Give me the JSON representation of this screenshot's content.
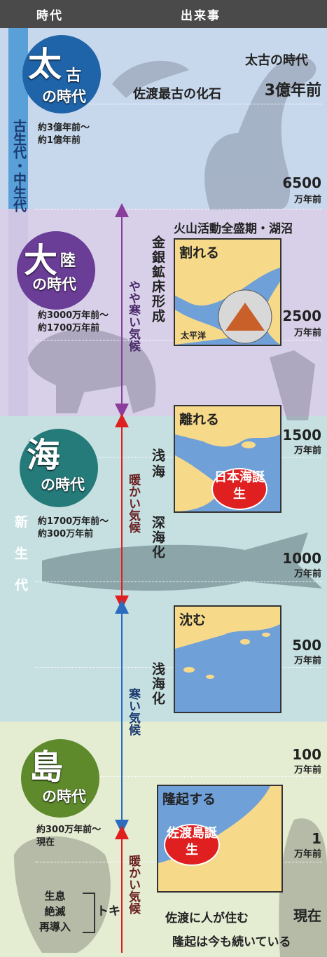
{
  "header": {
    "left": "時代",
    "right": "出来事"
  },
  "eras": [
    {
      "big": "太",
      "small": "古",
      "sub": "の時代",
      "range1": "約3億年前～",
      "range2": "約1億年前"
    },
    {
      "big": "大",
      "small": "陸",
      "sub": "の時代",
      "range1": "約3000万年前～",
      "range2": "約1700万年前"
    },
    {
      "big": "海",
      "small": "",
      "sub": "の時代",
      "range1": "約1700万年前～",
      "range2": "約300万年前"
    },
    {
      "big": "島",
      "small": "",
      "sub": "の時代",
      "range1": "約300万年前～",
      "range2": "現在"
    }
  ],
  "periods": {
    "a": "古生代・中生代",
    "b": "新生代"
  },
  "ticks": [
    {
      "num": "3億年前",
      "unit": ""
    },
    {
      "num": "6500",
      "unit": "万年前"
    },
    {
      "num": "2500",
      "unit": "万年前"
    },
    {
      "num": "1500",
      "unit": "万年前"
    },
    {
      "num": "1000",
      "unit": "万年前"
    },
    {
      "num": "500",
      "unit": "万年前"
    },
    {
      "num": "100",
      "unit": "万年前"
    },
    {
      "num": "1",
      "unit": "万年前"
    },
    {
      "num": "現在",
      "unit": ""
    }
  ],
  "events": {
    "e1": "太古の時代",
    "e2": "佐渡最古の化石",
    "e3": "火山活動全盛期・湖沼",
    "e4": "金銀鉱床形成",
    "e5": "浅海",
    "e6": "深海化",
    "e7": "浅海化",
    "e8": "佐渡に人が住む",
    "e9": "隆起は今も続いている"
  },
  "climate": {
    "c1": "やや寒い気候",
    "c2": "暖かい気候",
    "c3": "寒い気候",
    "c4": "暖かい気候"
  },
  "maps": [
    {
      "title": "割れる",
      "label": "太平洋",
      "badge": ""
    },
    {
      "title": "離れる",
      "label": "",
      "badge": "日本海誕生"
    },
    {
      "title": "沈む",
      "label": "",
      "badge": ""
    },
    {
      "title": "隆起する",
      "label": "",
      "badge": "佐渡島誕生"
    }
  ],
  "toki": {
    "l1": "生息",
    "l2": "絶滅",
    "l3": "再導入",
    "name": "トキ"
  },
  "colors": {
    "purple": "#8a3d9a",
    "red": "#e02020",
    "blue": "#2a6cc0"
  }
}
